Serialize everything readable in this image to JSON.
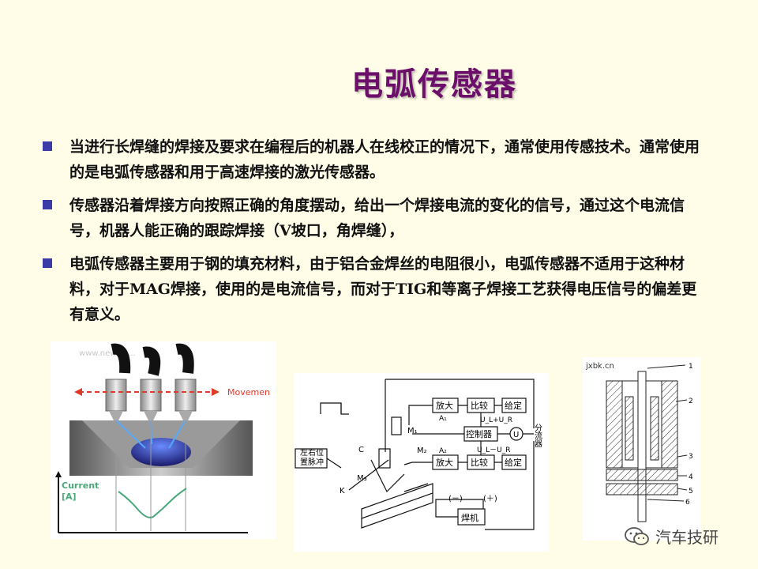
{
  "slide": {
    "title": "电弧传感器",
    "bullets": [
      "当进行长焊缝的焊接及要求在编程后的机器人在线校正的情况下，通常使用传感技术。通常使用的是电弧传感器和用于高速焊接的激光传感器。",
      "传感器沿着焊接方向按照正确的角度摆动，给出一个焊接电流的变化的信号，通过这个电流信号，机器人能正确的跟踪焊接（V坡口，角焊缝），",
      "电弧传感器主要用于钢的填充材料，由于铝合金焊丝的电阻很小，电弧传感器不适用于这种材料，对于MAG焊接，使用的是电流信号，而对于TIG和等离子焊接工艺获得电压信号的偏差更有意义。"
    ]
  },
  "figure1": {
    "watermark": "www.newMa...",
    "movement_label": "Movemen",
    "current_label": "Current",
    "unit_label": "[A]"
  },
  "figure2": {
    "amp1": "放大",
    "compare1": "比较",
    "setpoint1": "给定",
    "a1": "A₁",
    "sum_label": "U_L+U_R",
    "controller": "控制器",
    "shunt": "分流器",
    "diff_label": "U_L－U_R",
    "a2": "A₂",
    "amp2": "放大",
    "compare2": "比较",
    "setpoint2": "给定",
    "pulse": "左右位置脉冲",
    "m1": "M₁",
    "m2": "M₂",
    "m3": "M₃",
    "c": "C",
    "k": "K",
    "minus": "(－)",
    "plus": "(＋)",
    "welder": "焊机",
    "u": "U"
  },
  "figure3": {
    "watermark": "jxbk.cn",
    "n1": "1",
    "n2": "2",
    "n3": "3",
    "n4": "4",
    "n5": "5",
    "n6": "6"
  },
  "brand": {
    "name": "汽车技研"
  },
  "colors": {
    "title": "#6b0f6b",
    "bullet": "#3a3aa8",
    "background": "#fffce8",
    "arrow": "#e03a2a",
    "current": "#4aa87a",
    "axis": "#4aa87a"
  }
}
